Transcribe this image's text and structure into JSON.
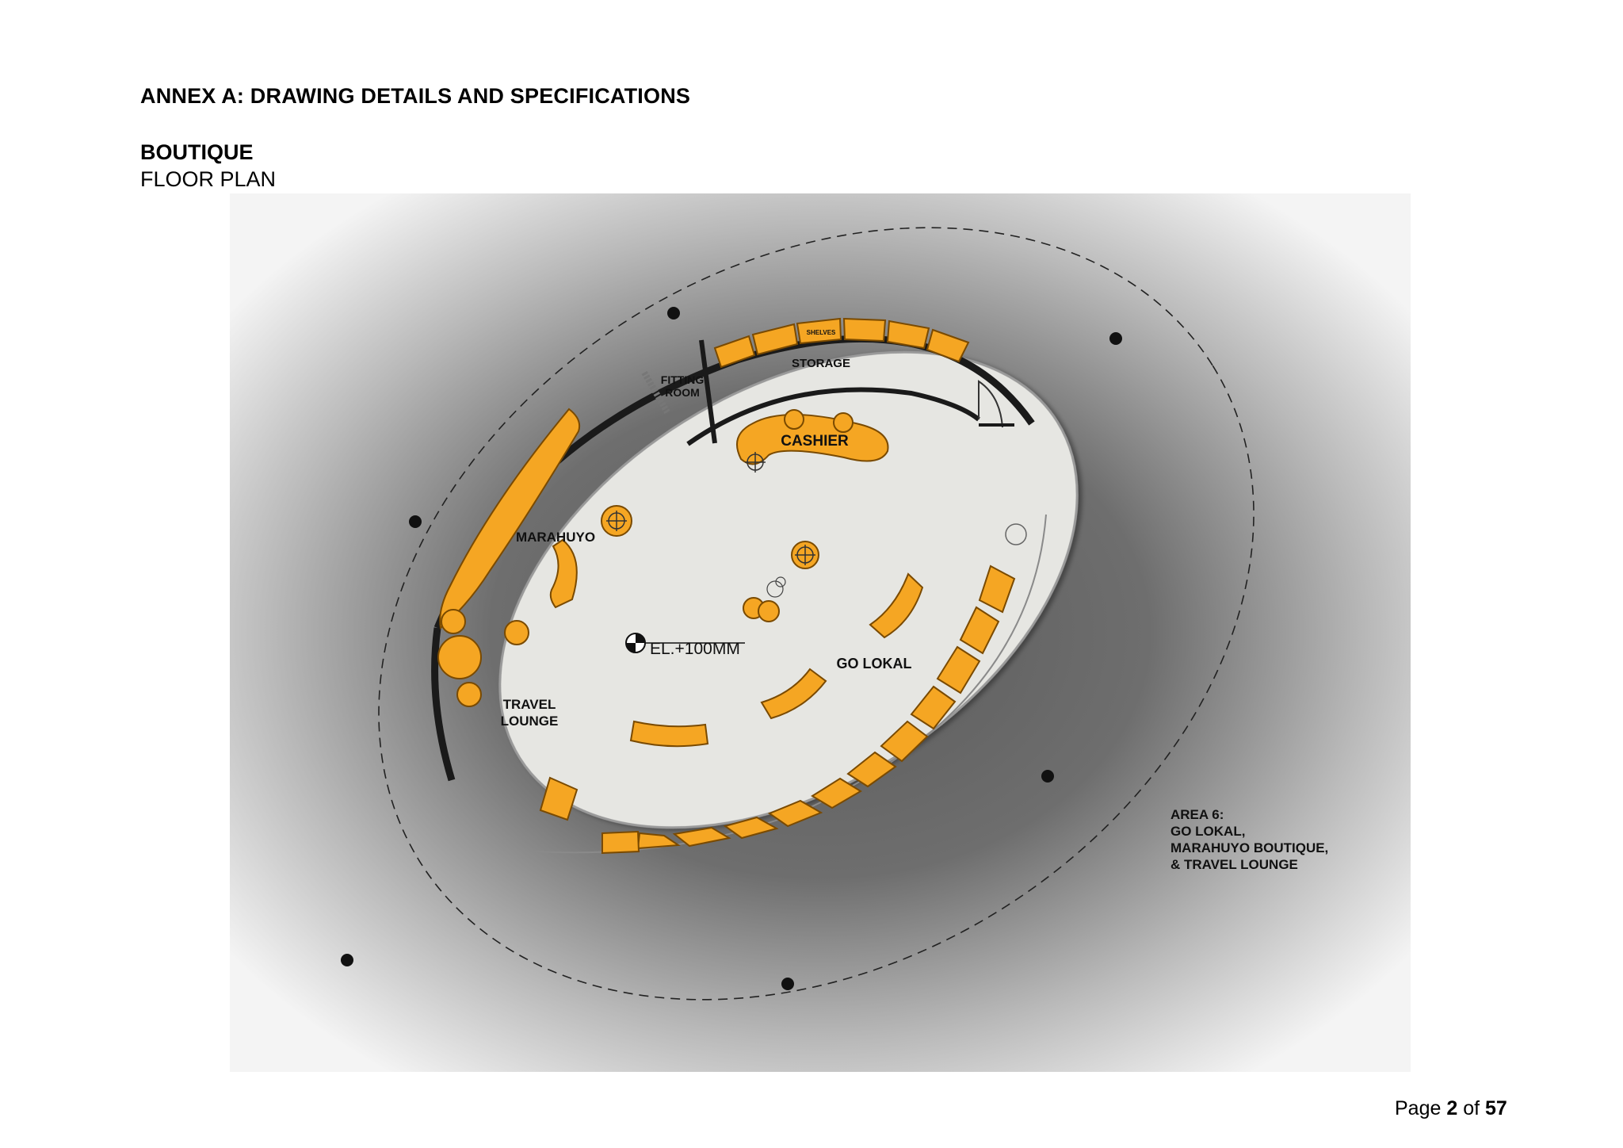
{
  "document": {
    "heading": "ANNEX A: DRAWING DETAILS AND SPECIFICATIONS",
    "section_title": "BOUTIQUE",
    "section_subtitle": "FLOOR PLAN"
  },
  "drawing": {
    "labels": {
      "shelves": "SHELVES",
      "storage": "STORAGE",
      "fitting_room_line1": "FITTING",
      "fitting_room_line2": "ROOM",
      "cashier": "CASHIER",
      "marahuyo": "MARAHUYO",
      "elevation": "EL.+100MM",
      "go_lokal": "GO LOKAL",
      "travel_lounge_line1": "TRAVEL",
      "travel_lounge_line2": "LOUNGE"
    },
    "area_note": {
      "line1": "AREA 6:",
      "line2": "GO LOKAL,",
      "line3": "MARAHUYO BOUTIQUE,",
      "line4": "& TRAVEL LOUNGE"
    },
    "colors": {
      "fixture": "#f5a623",
      "fixture_stroke": "#7a4a00",
      "wall": "#1a1a1a",
      "floor": "#e6e6e2"
    }
  },
  "footer": {
    "page_prefix": "Page",
    "page_number": "2",
    "page_of": "of",
    "page_total": "57"
  }
}
